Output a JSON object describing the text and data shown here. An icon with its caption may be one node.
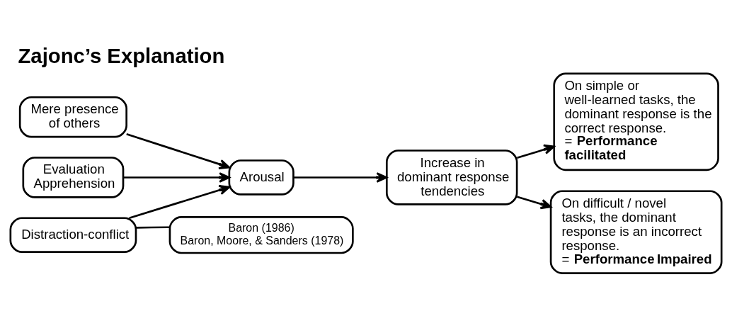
{
  "diagram": {
    "title": "Zajonc’s Explanation",
    "nodes": [
      {
        "text": [
          "Mere presence of others"
        ]
      },
      {
        "text": [
          "Evaluation Apprehension"
        ]
      },
      {
        "text": [
          "Distraction-conflict"
        ]
      },
      {
        "text": [
          "Arousal"
        ]
      },
      {
        "text": [
          "Increase in dominant response tendencies"
        ]
      },
      {
        "text": [
          "On simple or well-learned tasks, the dominant response is the correct response.",
          "= **Performance facilitated**"
        ]
      },
      {
        "text": [
          "On difficult / novel tasks, the dominant response is an incorrect response.",
          "= **Performance Impaired**"
        ]
      },
      {
        "text": [
          "Baron (1986)",
          "Baron, Moore, & Sanders  (1978)"
        ]
      }
    ],
    "edges": [
      {
        "from": 0,
        "to": 3,
        "arrow": "to"
      },
      {
        "from": 1,
        "to": 3,
        "arrow": "to"
      },
      {
        "from": 2,
        "to": 3,
        "arrow": "to"
      },
      {
        "from": 3,
        "to": 4,
        "arrow": "to"
      },
      {
        "from": 4,
        "to": 5,
        "arrow": "to"
      },
      {
        "from": 4,
        "to": 6,
        "arrow": "to"
      },
      {
        "from": 7,
        "to": 2,
        "arrow": "none"
      }
    ]
  }
}
